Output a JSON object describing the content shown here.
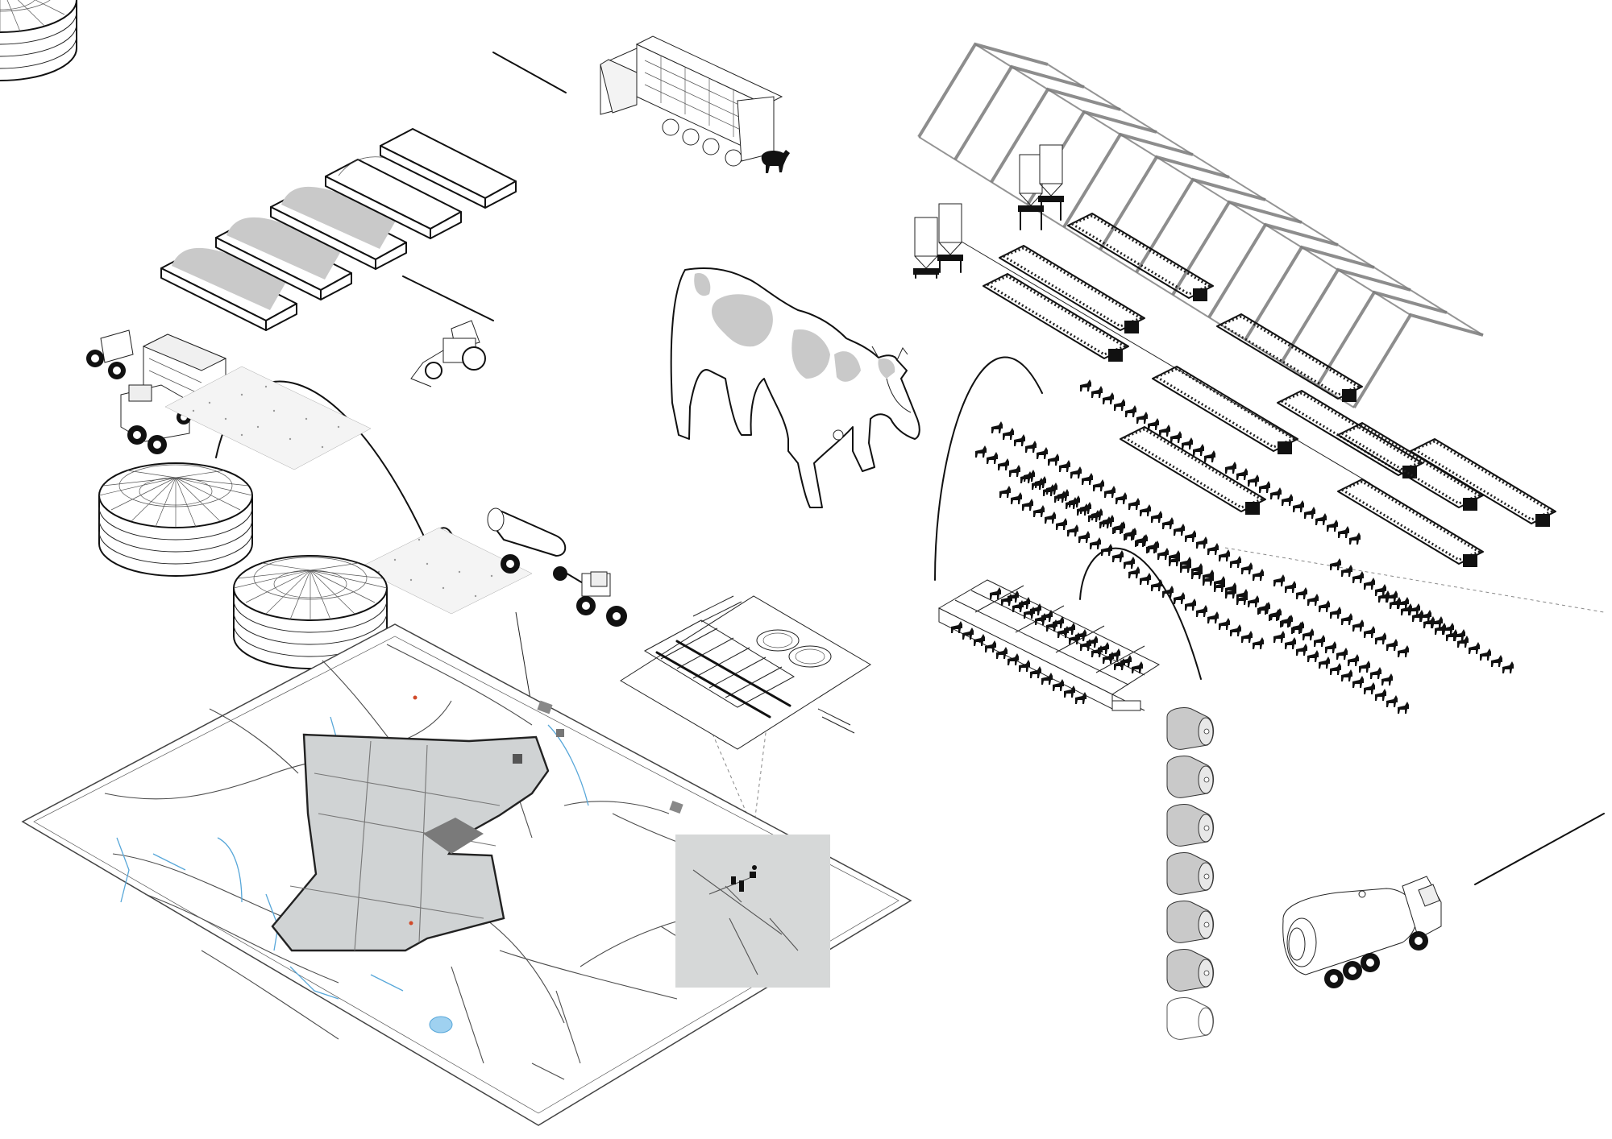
{
  "diagram": {
    "elements": [
      "silage-bunker-silos",
      "livestock-truck",
      "black-calf",
      "holstein-cow",
      "greenhouse-barn-frame",
      "feed-silos",
      "feeding-stalls",
      "herd-of-cattle",
      "forage-harvester-and-trailer",
      "front-loader-tractor",
      "biogas-digester-domes",
      "manure-spreader-tractor",
      "barn-plan-inset",
      "milking-parlour",
      "milk-storage-tanks",
      "milk-tanker-truck",
      "regional-map",
      "farm-parcel",
      "site-detail-inset"
    ],
    "colors": {
      "line": "#111111",
      "grey_fill": "#c9c9c9",
      "dark_grey_fill": "#8a8a8a",
      "parcel_fill": "#d0d3d4",
      "inset_fill": "#d6d8d8",
      "water": "#58a7d9"
    }
  }
}
